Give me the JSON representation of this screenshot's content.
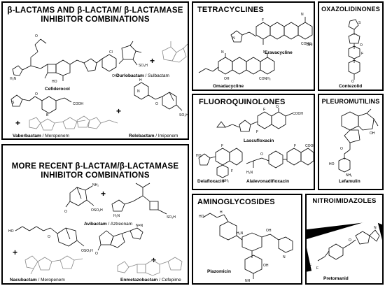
{
  "panels": {
    "beta_lactams": {
      "title_line1": "β-LACTAMS AND β-LACTAM/ β-LACTAMASE",
      "title_line2": "INHIBITOR COMBINATIONS",
      "cefiderocol": "Cefiderocol",
      "durlobactam": "Durlobactam",
      "durlobactam_partner": " / Sulbactam",
      "vaborbactam": "Vaborbactam",
      "vaborbactam_partner": " / Meropenem",
      "relebactam": "Relebactam",
      "relebactam_partner": " / Imipenem"
    },
    "recent": {
      "title_line1": "MORE RECENT β-LACTAM/β-LACTAMASE",
      "title_line2": "INHIBITOR COMBINATIONS",
      "avibactam": "Avibactam",
      "avibactam_partner": " / Aztreonam",
      "nacubactam": "Nacubactam",
      "nacubactam_partner": " / Meropenem",
      "enmetazobactam": "Enmetazobactam",
      "enmetazobactam_partner": " / Cefepime"
    },
    "tetracyclines": {
      "title": "TETRACYCLINES",
      "eravacycline": "Eravacycline",
      "omadacycline": "Omadacycline"
    },
    "oxazolidinones": {
      "title": "OXAZOLIDINONES",
      "contezolid": "Contezolid"
    },
    "fluoroquinolones": {
      "title": "FLUOROQUINOLONES",
      "lascufloxacin": "Lascufloxacin",
      "delafloxacin": "Delafloxacin",
      "alalevonadifloxacin": "Alalevonadifloxacin"
    },
    "pleuromutilins": {
      "title": "PLEUROMUTILINS",
      "lefamulin": "Lefamulin"
    },
    "aminoglycosides": {
      "title": "AMINOGLYCOSIDES",
      "plazomicin": "Plazomicin"
    },
    "nitroimidazoles": {
      "title": "NITROIMIDAZOLES",
      "pretomanid": "Pretomanid"
    }
  },
  "plus_sign": "+"
}
